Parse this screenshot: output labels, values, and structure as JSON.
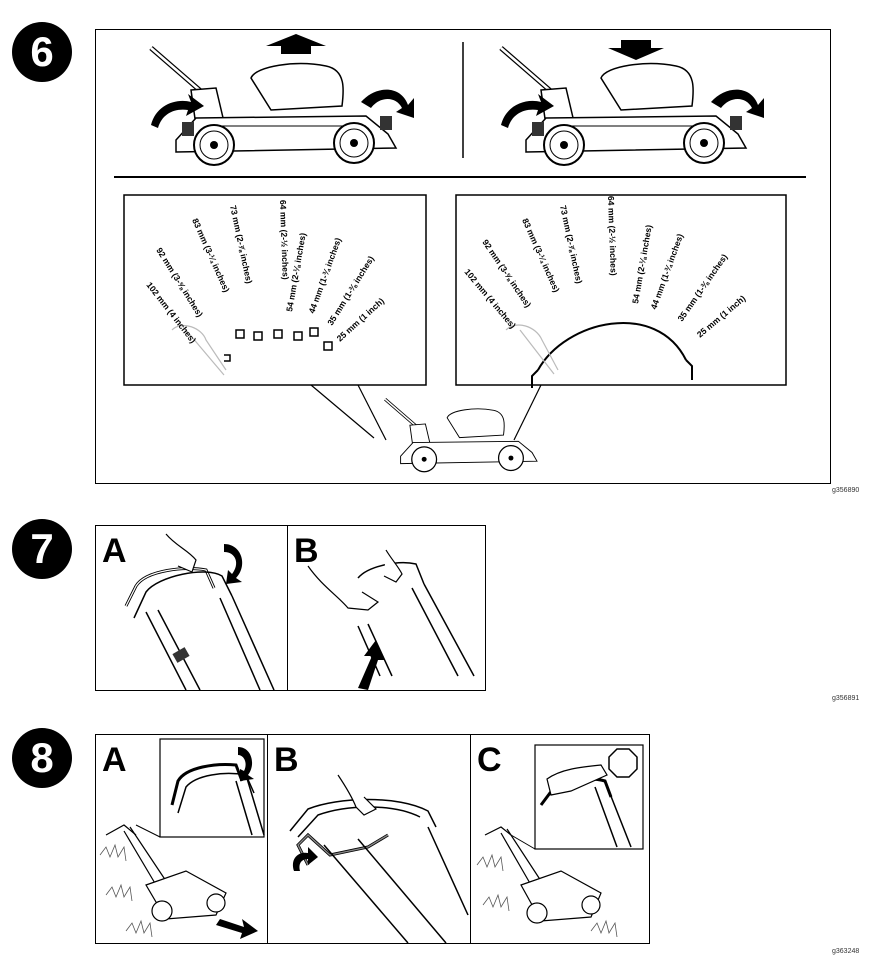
{
  "steps": {
    "s6": {
      "number": "6",
      "figure_code": "g356890"
    },
    "s7": {
      "number": "7",
      "figure_code": "g356891",
      "panels": [
        "A",
        "B"
      ]
    },
    "s8": {
      "number": "8",
      "figure_code": "g363248",
      "panels": [
        "A",
        "B",
        "C"
      ]
    }
  },
  "height_labels": [
    "102 mm (4 inches)",
    "92 mm (3-⅝ inches)",
    "83 mm (3-¼ inches)",
    "73 mm (2-⅞ inches)",
    "64 mm (2-½ inches)",
    "54 mm (2-⅛ inches)",
    "44 mm (1-¾ inches)",
    "35 mm (1-⅜ inches)",
    "25 mm (1 inch)"
  ],
  "icons": {
    "up_arrow": "arrow-up-icon",
    "down_arrow": "arrow-down-icon",
    "rotate": "rotate-arrow-icon",
    "stop": "stop-sign-icon"
  }
}
